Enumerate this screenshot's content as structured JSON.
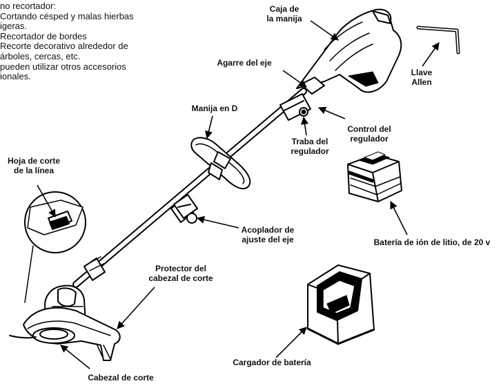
{
  "intro_lines": [
    "no recortador:",
    "Cortando césped y malas hierbas",
    "igeras.",
    "Recortador de bordes",
    "Recorte decorativo alrededor de",
    "árboles, cercas, etc.",
    "pueden utilizar otros accesorios",
    "ionales."
  ],
  "labels": {
    "handle_housing": [
      "Caja de",
      "la manija"
    ],
    "allen_key": [
      "Llave",
      "Allen"
    ],
    "shaft_grip": [
      "Agarre del eje"
    ],
    "d_handle": [
      "Manija en D"
    ],
    "regulator_control": [
      "Control del",
      "regulador"
    ],
    "regulator_lock": [
      "Traba del",
      "regulador"
    ],
    "line_blade": [
      "Hoja de corte",
      "de la línea"
    ],
    "battery": [
      "Batería de ión de litio, de 20 v"
    ],
    "shaft_coupler": [
      "Acoplador de",
      "ajuste del eje"
    ],
    "guard": [
      "Protector del",
      "cabezal de corte"
    ],
    "charger": [
      "Cargador de batería"
    ],
    "cutting_head": [
      "Cabezal de corte"
    ]
  }
}
